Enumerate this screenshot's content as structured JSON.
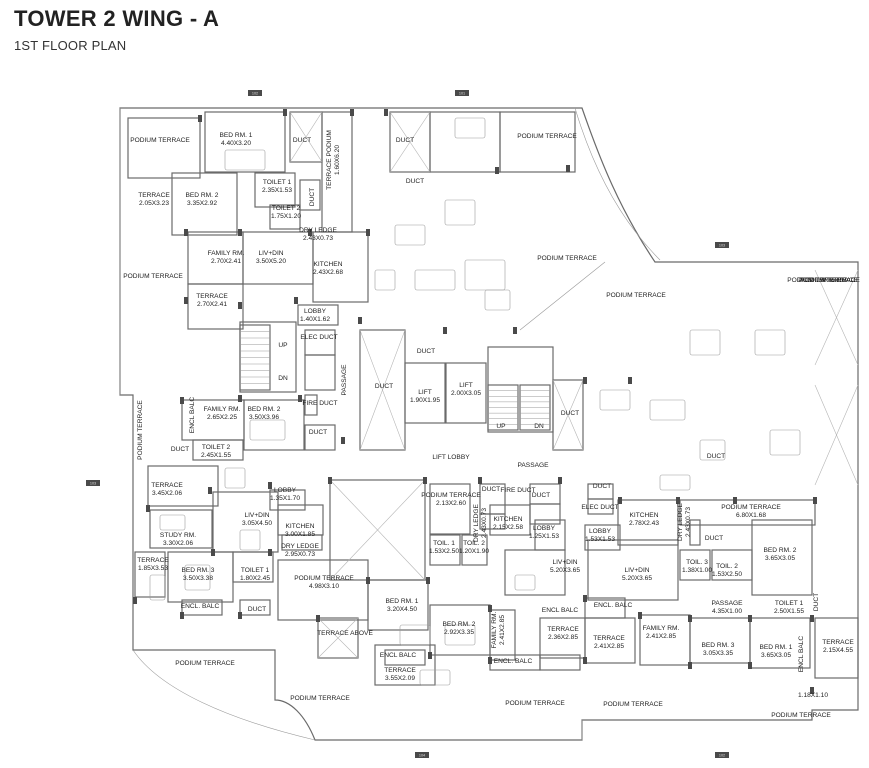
{
  "header": {
    "title": "TOWER 2 WING - A",
    "subtitle": "1ST FLOOR PLAN"
  },
  "colors": {
    "wall": "#6a6a6a",
    "column": "#4a4a4a",
    "text": "#222222"
  },
  "tags": [
    "102",
    "101",
    "103",
    "103",
    "104",
    "102"
  ],
  "rooms": [
    {
      "name": "PODIUM TERRACE",
      "dims": ""
    },
    {
      "name": "BED RM. 1",
      "dims": "4.40X3.20"
    },
    {
      "name": "DUCT",
      "dims": ""
    },
    {
      "name": "TERRACE PODIUM",
      "dims": "1.60X6.20"
    },
    {
      "name": "DUCT",
      "dims": ""
    },
    {
      "name": "PODIUM TERRACE",
      "dims": ""
    },
    {
      "name": "TERRACE",
      "dims": "2.05X3.23"
    },
    {
      "name": "BED RM. 2",
      "dims": "3.35X2.92"
    },
    {
      "name": "TOILET 1",
      "dims": "2.35X1.53"
    },
    {
      "name": "TOILET 2",
      "dims": "1.75X1.20"
    },
    {
      "name": "DUCT",
      "dims": ""
    },
    {
      "name": "DRY LEDGE",
      "dims": "2.43X0.73"
    },
    {
      "name": "DUCT",
      "dims": ""
    },
    {
      "name": "FAMILY RM.",
      "dims": "2.70X2.41"
    },
    {
      "name": "LIV+DIN",
      "dims": "3.50X5.20"
    },
    {
      "name": "KITCHEN",
      "dims": "2.43X2.68"
    },
    {
      "name": "PODIUM TERRACE",
      "dims": ""
    },
    {
      "name": "PODIUM TERRACE",
      "dims": ""
    },
    {
      "name": "PODIUM TERRACE",
      "dims": ""
    },
    {
      "name": "TERRACE",
      "dims": "2.70X2.41"
    },
    {
      "name": "LOBBY",
      "dims": "1.40X1.62"
    },
    {
      "name": "PODIUM TERRACE",
      "dims": ""
    },
    {
      "name": "ELEC DUCT",
      "dims": ""
    },
    {
      "name": "DUCT",
      "dims": ""
    },
    {
      "name": "DUCT",
      "dims": ""
    },
    {
      "name": "LIFT",
      "dims": "1.90X1.95"
    },
    {
      "name": "LIFT",
      "dims": "2.00X3.05"
    },
    {
      "name": "PASSAGE",
      "dims": ""
    },
    {
      "name": "DUCT",
      "dims": ""
    },
    {
      "name": "PODIUM TERRACE",
      "dims": ""
    },
    {
      "name": "ENCL BALC",
      "dims": ""
    },
    {
      "name": "FAMILY RM.",
      "dims": "2.65X2.25"
    },
    {
      "name": "BED RM. 2",
      "dims": "3.50X3.96"
    },
    {
      "name": "FIRE DUCT",
      "dims": ""
    },
    {
      "name": "DUCT",
      "dims": ""
    },
    {
      "name": "DUCT",
      "dims": ""
    },
    {
      "name": "TOILET 2",
      "dims": "2.45X1.55"
    },
    {
      "name": "LIFT LOBBY",
      "dims": ""
    },
    {
      "name": "PASSAGE",
      "dims": ""
    },
    {
      "name": "DUCT",
      "dims": ""
    },
    {
      "name": "TERRACE",
      "dims": "3.45X2.06"
    },
    {
      "name": "LOBBY",
      "dims": "1.35X1.70"
    },
    {
      "name": "PODIUM TERRACE",
      "dims": "2.13X2.60"
    },
    {
      "name": "DUCT",
      "dims": ""
    },
    {
      "name": "FIRE DUCT",
      "dims": ""
    },
    {
      "name": "DUCT",
      "dims": ""
    },
    {
      "name": "DUCT",
      "dims": ""
    },
    {
      "name": "ELEC DUCT",
      "dims": ""
    },
    {
      "name": "KITCHEN",
      "dims": "2.78X2.43"
    },
    {
      "name": "PODIUM TERRACE",
      "dims": "6.80X1.68"
    },
    {
      "name": "LIV+DIN",
      "dims": "3.05X4.50"
    },
    {
      "name": "KITCHEN",
      "dims": "3.00X1.85"
    },
    {
      "name": "DRY LEDGE",
      "dims": "2.95X0.73"
    },
    {
      "name": "DRY LEDGE",
      "dims": "2.43X0.73"
    },
    {
      "name": "KITCHEN",
      "dims": "2.15X2.58"
    },
    {
      "name": "LOBBY",
      "dims": "1.25X1.53"
    },
    {
      "name": "LOBBY",
      "dims": "1.53X1.53"
    },
    {
      "name": "DRY LEDGE",
      "dims": "2.43X0.73"
    },
    {
      "name": "STUDY RM.",
      "dims": "3.30X2.06"
    },
    {
      "name": "TERRACE",
      "dims": "1.85X3.53"
    },
    {
      "name": "BED RM. 3",
      "dims": "3.50X3.38"
    },
    {
      "name": "TOILET 1",
      "dims": "1.80X2.45"
    },
    {
      "name": "TOIL. 1",
      "dims": "1.53X2.50"
    },
    {
      "name": "TOIL. 2",
      "dims": "1.20X1.90"
    },
    {
      "name": "LIV+DIN",
      "dims": "5.20X3.65"
    },
    {
      "name": "LIV+DIN",
      "dims": "5.20X3.65"
    },
    {
      "name": "DUCT",
      "dims": ""
    },
    {
      "name": "TOIL. 3",
      "dims": "1.38X1.00"
    },
    {
      "name": "TOIL. 2",
      "dims": "1.53X2.50"
    },
    {
      "name": "BED RM. 2",
      "dims": "3.65X3.05"
    },
    {
      "name": "PODIUM TERRACE",
      "dims": "4.98X3.10"
    },
    {
      "name": "ENCL BALC",
      "dims": ""
    },
    {
      "name": "DUCT",
      "dims": ""
    },
    {
      "name": "BED RM. 1",
      "dims": "3.20X4.50"
    },
    {
      "name": "ENCL BALC",
      "dims": ""
    },
    {
      "name": "ENCL. BALC",
      "dims": ""
    },
    {
      "name": "PASSAGE",
      "dims": "4.35X1.00"
    },
    {
      "name": "TOILET 1",
      "dims": "2.50X1.55"
    },
    {
      "name": "DUCT",
      "dims": ""
    },
    {
      "name": "BED RM. 2",
      "dims": "2.92X3.35"
    },
    {
      "name": "FAMILY RM.",
      "dims": "2.41X2.85"
    },
    {
      "name": "TERRACE",
      "dims": "2.36X2.85"
    },
    {
      "name": "TERRACE",
      "dims": "2.41X2.85"
    },
    {
      "name": "FAMILY RM.",
      "dims": "2.41X2.85"
    },
    {
      "name": "TERRACE ABOVE",
      "dims": ""
    },
    {
      "name": "BED RM. 3",
      "dims": "3.05X3.35"
    },
    {
      "name": "BED RM. 1",
      "dims": "3.65X3.05"
    },
    {
      "name": "ENCL BALC",
      "dims": ""
    },
    {
      "name": "TERRACE",
      "dims": "2.15X4.55"
    },
    {
      "name": "ENCL. BALC",
      "dims": ""
    },
    {
      "name": "ENCL. BALC",
      "dims": ""
    },
    {
      "name": "TERRACE",
      "dims": "3.55X2.09"
    },
    {
      "name": "PODIUM TERRACE",
      "dims": ""
    },
    {
      "name": "PODIUM TERRACE",
      "dims": ""
    },
    {
      "name": "PODIUM TERRACE",
      "dims": ""
    },
    {
      "name": "PODIUM TERRACE",
      "dims": ""
    },
    {
      "name": "PODIUM TERRACE",
      "dims": ""
    },
    {
      "name": "PODIUM TERRACE",
      "dims": ""
    },
    {
      "name": "PODIUM TERRACE",
      "dims": ""
    },
    {
      "name": "PODIUM TERRACE",
      "dims": ""
    },
    {
      "name": "",
      "dims": "1.18X1.10"
    }
  ],
  "stairs": [
    "UP",
    "DN",
    "UP",
    "DN"
  ]
}
